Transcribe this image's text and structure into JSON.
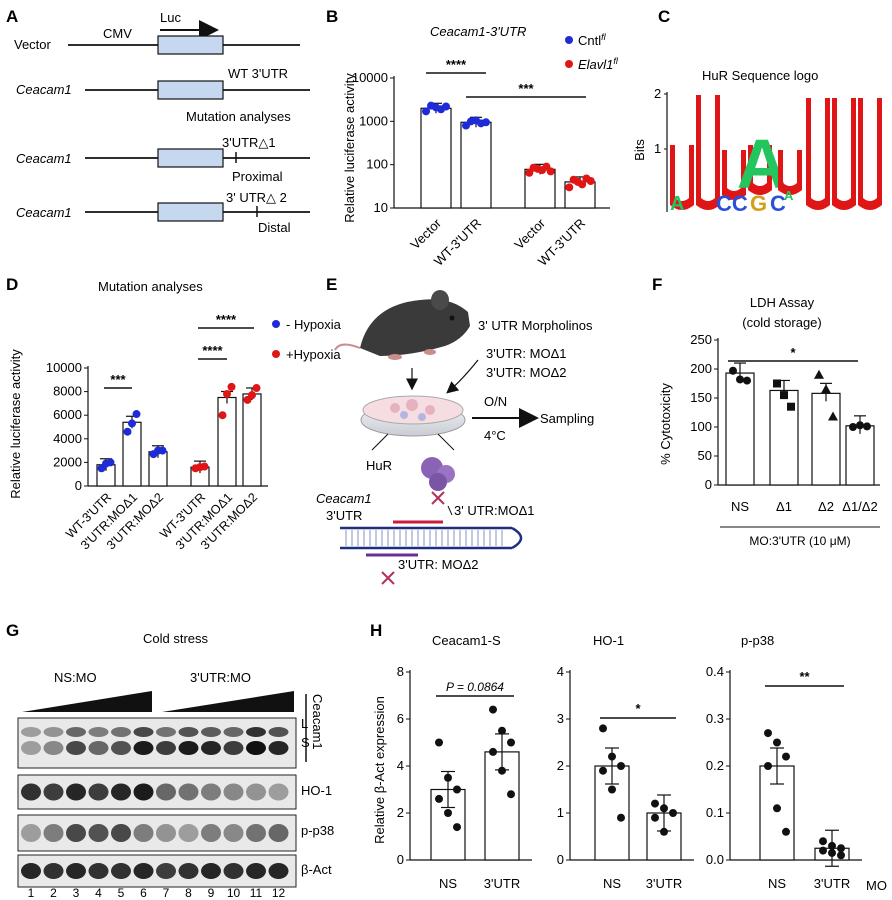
{
  "panels": {
    "A": {
      "label": "A",
      "luc_label": "Luc",
      "cmv_label": "CMV",
      "row_vector": "Vector",
      "row_ceacam1": "Ceacam1",
      "wt_label": "WT 3'UTR",
      "mutation_title": "Mutation analyses",
      "d1_label": "3'UTR△1",
      "proximal": "Proximal",
      "d2_label": "3' UTR△ 2",
      "distal": "Distal"
    },
    "B": {
      "label": "B",
      "title": "Ceacam1-3'UTR",
      "legend": [
        "Cntl",
        "Elavl1"
      ],
      "legend_sup": "fl",
      "ylabel": "Relative luciferase activity",
      "yticks": [
        "10",
        "100",
        "1000",
        "10000"
      ],
      "categories": [
        "Vector",
        "WT-3'UTR",
        "Vector",
        "WT-3'UTR"
      ],
      "sig": [
        "****",
        "***"
      ]
    },
    "C": {
      "label": "C",
      "title": "HuR Sequence logo",
      "ylabel": "Bits",
      "yticks": [
        "1",
        "2"
      ],
      "letters": [
        "U",
        "U",
        "U",
        "U",
        "A",
        "U",
        "U",
        "U",
        "U"
      ]
    },
    "D": {
      "label": "D",
      "title": "Mutation analyses",
      "legend": [
        "- Hypoxia",
        "+Hypoxia"
      ],
      "ylabel": "Relative luciferase activity",
      "yticks": [
        "0",
        "2000",
        "4000",
        "6000",
        "8000",
        "10000"
      ],
      "categories": [
        "WT-3'UTR",
        "3'UTR:MOΔ1",
        "3'UTR:MOΔ2",
        "WT-3'UTR",
        "3'UTR:MOΔ1",
        "3'UTR:MOΔ2"
      ],
      "sig": [
        "***",
        "****",
        "****"
      ]
    },
    "E": {
      "label": "E",
      "morpholinos": "3' UTR Morpholinos",
      "mo1": "3'UTR: MOΔ1",
      "mo2": "3'UTR: MOΔ2",
      "on": "O/N",
      "temp": "4°C",
      "sampling": "Sampling",
      "hur": "HuR",
      "ceacam1": "Ceacam1",
      "utr": "3'UTR",
      "site1": "3' UTR:MOΔ1",
      "site2": "3'UTR: MOΔ2"
    },
    "F": {
      "label": "F",
      "title1": "LDH Assay",
      "title2": "(cold storage)",
      "ylabel": "% Cytotoxicity",
      "yticks": [
        "0",
        "50",
        "100",
        "150",
        "200",
        "250"
      ],
      "categories": [
        "NS",
        "Δ1",
        "Δ2",
        "Δ1/Δ2"
      ],
      "xlabel": "MO:3'UTR (10 μM)",
      "sig": "*"
    },
    "G": {
      "label": "G",
      "title": "Cold stress",
      "group1": "NS:MO",
      "group2": "3'UTR:MO",
      "bands": [
        "HO-1",
        "p-p38",
        "β-Act"
      ],
      "ceacam1": "Ceacam1",
      "L": "L",
      "S": "S",
      "lanes": [
        "1",
        "2",
        "3",
        "4",
        "5",
        "6",
        "7",
        "8",
        "9",
        "10",
        "11",
        "12"
      ]
    },
    "H": {
      "label": "H",
      "ylabel": "Relative β-Act expression",
      "mo": "MO",
      "subplots": [
        {
          "title": "Ceacam1-S",
          "yticks": [
            "0",
            "2",
            "4",
            "6",
            "8"
          ],
          "categories": [
            "NS",
            "3'UTR"
          ],
          "sig": "P = 0.0864"
        },
        {
          "title": "HO-1",
          "yticks": [
            "0",
            "1",
            "2",
            "3",
            "4"
          ],
          "categories": [
            "NS",
            "3'UTR"
          ],
          "sig": "*"
        },
        {
          "title": "p-p38",
          "yticks": [
            "0.0",
            "0.1",
            "0.2",
            "0.3",
            "0.4"
          ],
          "categories": [
            "NS",
            "3'UTR"
          ],
          "sig": "**"
        }
      ]
    }
  },
  "colors": {
    "blue": "#1f2bd6",
    "red": "#e01616",
    "logo_red": "#e01616",
    "logo_green": "#22c55e",
    "logo_blue": "#2b4fd8",
    "logo_gold": "#d4a017"
  },
  "chart_data": [
    {
      "type": "bar",
      "panel": "B",
      "yscale": "log",
      "ylim": [
        10,
        10000
      ],
      "categories": [
        "Vector",
        "WT-3'UTR",
        "Vector",
        "WT-3'UTR"
      ],
      "series": [
        {
          "name": "Cntl",
          "values": [
            2000,
            950,
            null,
            null
          ],
          "points": [
            [
              1700,
              2300,
              2100,
              1900,
              2200
            ],
            [
              800,
              1000,
              1050,
              900,
              950
            ]
          ]
        },
        {
          "name": "Elavl1",
          "values": [
            null,
            null,
            78,
            40
          ],
          "points": [
            [
              65,
              85,
              80,
              75,
              90,
              70
            ],
            [
              30,
              45,
              40,
              35,
              48,
              42
            ]
          ]
        }
      ]
    },
    {
      "type": "bar",
      "panel": "D",
      "ylim": [
        0,
        10000
      ],
      "categories": [
        "WT-3'UTR",
        "3'UTR:MOΔ1",
        "3'UTR:MOΔ2",
        "WT-3'UTR",
        "3'UTR:MOΔ1",
        "3'UTR:MOΔ2"
      ],
      "series": [
        {
          "name": "- Hypoxia",
          "values": [
            1800,
            5400,
            2900,
            null,
            null,
            null
          ],
          "points": [
            [
              1500,
              1900,
              2000
            ],
            [
              4600,
              5300,
              6100
            ],
            [
              2700,
              3000,
              3000
            ]
          ]
        },
        {
          "name": "+Hypoxia",
          "values": [
            null,
            null,
            null,
            1600,
            7500,
            7800
          ],
          "points": [
            [
              1500,
              1600,
              1650
            ],
            [
              6000,
              7800,
              8400
            ],
            [
              7300,
              7700,
              8300
            ]
          ]
        }
      ]
    },
    {
      "type": "bar",
      "panel": "F",
      "ylim": [
        0,
        250
      ],
      "categories": [
        "NS",
        "Δ1",
        "Δ2",
        "Δ1/Δ2"
      ],
      "values": [
        193,
        163,
        158,
        102
      ],
      "points": [
        [
          197,
          182,
          180
        ],
        [
          175,
          155,
          135
        ],
        [
          190,
          165,
          118
        ],
        [
          100,
          103,
          101
        ]
      ]
    },
    {
      "type": "bar",
      "panel": "H1",
      "title": "Ceacam1-S",
      "ylim": [
        0,
        8
      ],
      "categories": [
        "NS",
        "3'UTR"
      ],
      "values": [
        3.0,
        4.6
      ],
      "points": [
        [
          5.0,
          3.5,
          3.0,
          2.6,
          2.0,
          1.4
        ],
        [
          6.4,
          5.5,
          5.0,
          4.6,
          3.8,
          2.8
        ]
      ]
    },
    {
      "type": "bar",
      "panel": "H2",
      "title": "HO-1",
      "ylim": [
        0,
        4
      ],
      "categories": [
        "NS",
        "3'UTR"
      ],
      "values": [
        2.0,
        1.0
      ],
      "points": [
        [
          2.8,
          2.2,
          2.0,
          1.9,
          1.5,
          0.9
        ],
        [
          1.2,
          1.1,
          1.0,
          0.9,
          0.6
        ]
      ]
    },
    {
      "type": "bar",
      "panel": "H3",
      "title": "p-p38",
      "ylim": [
        0,
        0.4
      ],
      "categories": [
        "NS",
        "3'UTR"
      ],
      "values": [
        0.2,
        0.025
      ],
      "points": [
        [
          0.27,
          0.25,
          0.22,
          0.2,
          0.11,
          0.06
        ],
        [
          0.04,
          0.03,
          0.025,
          0.02,
          0.015,
          0.01
        ]
      ]
    }
  ]
}
